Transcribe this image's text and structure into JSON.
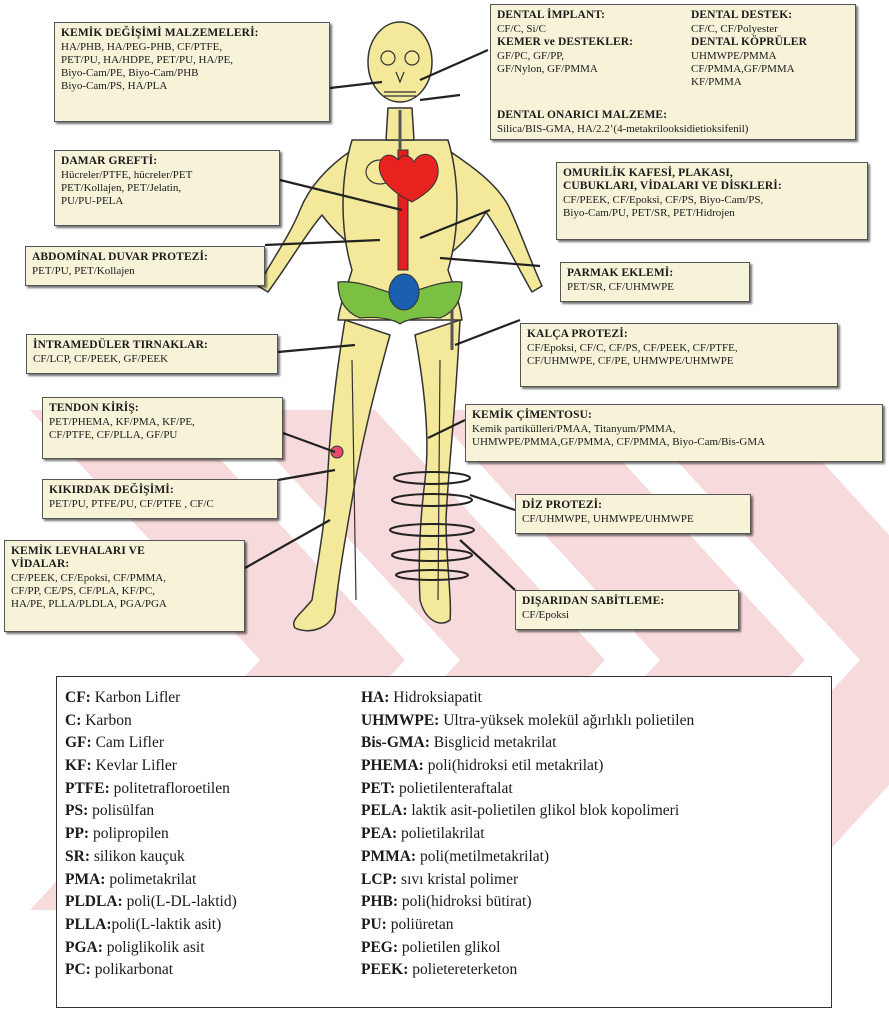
{
  "boxes": {
    "kemik_degisimi": {
      "title": "KEMİK DEĞİŞİMİ MALZEMELERİ:",
      "text": "HA/PHB, HA/PEG-PHB, CF/PTFE,\nPET/PU, HA/HDPE, PET/PU, HA/PE,\nBiyo-Cam/PE, Biyo-Cam/PHB\nBiyo-Cam/PS, HA/PLA"
    },
    "dental": {
      "implant_title": "DENTAL İMPLANT:",
      "implant_text": "CF/C, Si/C",
      "destek_title": "DENTAL DESTEK:",
      "destek_text": "CF/C, CF/Polyester",
      "kemer_title": "KEMER ve DESTEKLER:",
      "kemer_text": "GF/PC, GF/PP,\nGF/Nylon, GF/PMMA",
      "kopru_title": "DENTAL KÖPRÜLER",
      "kopru_text": "UHMWPE/PMMA\nCF/PMMA,GF/PMMA\nKF/PMMA",
      "onarici_title": "DENTAL ONARICI MALZEME:",
      "onarici_text": "Silica/BIS-GMA, HA/2.2’(4-metakrilooksidietioksifenil)"
    },
    "damar": {
      "title": "DAMAR GREFTİ:",
      "text": "Hücreler/PTFE, hücreler/PET\nPET/Kollajen, PET/Jelatin,\nPU/PU-PELA"
    },
    "omurilik": {
      "title": "OMURİLİK KAFESİ, PLAKASI,\nCUBUKLARI, VİDALARI VE DİSKLERİ:",
      "text": "CF/PEEK, CF/Epoksi, CF/PS, Biyo-Cam/PS,\nBiyo-Cam/PU, PET/SR, PET/Hidrojen"
    },
    "abdominal": {
      "title": "ABDOMİNAL DUVAR PROTEZİ:",
      "text": "PET/PU, PET/Kollajen"
    },
    "parmak": {
      "title": "PARMAK EKLEMİ:",
      "text": "PET/SR, CF/UHMWPE"
    },
    "intramedular": {
      "title": "İNTRAMEDÜLER TIRNAKLAR:",
      "text": "CF/LCP, CF/PEEK, GF/PEEK"
    },
    "kalca": {
      "title": "KALÇA PROTEZİ:",
      "text": "CF/Epoksi, CF/C, CF/PS, CF/PEEK, CF/PTFE,\nCF/UHMWPE, CF/PE, UHMWPE/UHMWPE"
    },
    "tendon": {
      "title": "TENDON KİRİŞ:",
      "text": "PET/PHEMA, KF/PMA, KF/PE,\nCF/PTFE, CF/PLLA, GF/PU"
    },
    "cimento": {
      "title": "KEMİK ÇİMENTOSU:",
      "text": "Kemik partikülleri/PMAA, Titanyum/PMMA,\nUHMWPE/PMMA,GF/PMMA, CF/PMMA, Biyo-Cam/Bis-GMA"
    },
    "kikirdak": {
      "title": "KIKIRDAK DEĞİŞİMİ:",
      "text": "PET/PU, PTFE/PU, CF/PTFE , CF/C"
    },
    "diz": {
      "title": "DİZ PROTEZİ:",
      "text": "CF/UHMWPE, UHMWPE/UHMWPE"
    },
    "levha": {
      "title": "KEMİK LEVHALARI VE\nVİDALAR:",
      "text": "CF/PEEK, CF/Epoksi, CF/PMMA,\nCF/PP, CE/PS, CF/PLA, KF/PC,\nHA/PE, PLLA/PLDLA, PGA/PGA"
    },
    "disaridan": {
      "title": "DIŞARIDAN SABİTLEME:",
      "text": "CF/Epoksi"
    }
  },
  "legend": {
    "left": [
      {
        "abbr": "CF:",
        "desc": " Karbon Lifler"
      },
      {
        "abbr": "C:",
        "desc": " Karbon"
      },
      {
        "abbr": "GF:",
        "desc": " Cam Lifler"
      },
      {
        "abbr": "KF:",
        "desc": " Kevlar Lifler"
      },
      {
        "abbr": "PTFE:",
        "desc": " politetrafloroetilen"
      },
      {
        "abbr": "PS:",
        "desc": " polisülfan"
      },
      {
        "abbr": "PP:",
        "desc": " polipropilen"
      },
      {
        "abbr": "SR:",
        "desc": " silikon kauçuk"
      },
      {
        "abbr": "PMA:",
        "desc": " polimetakrilat"
      },
      {
        "abbr": "PLDLA:",
        "desc": " poli(L-DL-laktid)"
      },
      {
        "abbr": "PLLA:",
        "desc": "poli(L-laktik asit)"
      },
      {
        "abbr": "PGA:",
        "desc": " poliglikolik asit"
      },
      {
        "abbr": "PC:",
        "desc": " polikarbonat"
      }
    ],
    "right": [
      {
        "abbr": "HA:",
        "desc": " Hidroksiapatit"
      },
      {
        "abbr": "UHMWPE:",
        "desc": " Ultra-yüksek molekül ağırlıklı polietilen"
      },
      {
        "abbr": "Bis-GMA:",
        "desc": " Bisglicid metakrilat"
      },
      {
        "abbr": "PHEMA:",
        "desc": " poli(hidroksi etil metakrilat)"
      },
      {
        "abbr": "PET:",
        "desc": " polietilenteraftalat"
      },
      {
        "abbr": "PELA:",
        "desc": " laktik asit-polietilen glikol blok kopolimeri"
      },
      {
        "abbr": "PEA:",
        "desc": " polietilakrilat"
      },
      {
        "abbr": "PMMA:",
        "desc": " poli(metilmetakrilat)"
      },
      {
        "abbr": "LCP:",
        "desc": " sıvı kristal polimer"
      },
      {
        "abbr": "PHB:",
        "desc": " poli(hidroksi bütirat)"
      },
      {
        "abbr": "PU:",
        "desc": " poliüretan"
      },
      {
        "abbr": "PEG:",
        "desc": " polietilen glikol"
      },
      {
        "abbr": "PEEK:",
        "desc": " polietereterketon"
      }
    ]
  },
  "colors": {
    "box_fill": "#f6f3d9",
    "skin": "#f4e99a",
    "skin_outline": "#333333",
    "heart": "#e8231f",
    "aorta": "#e21e1e",
    "bladder": "#1b5fb0",
    "pelvis": "#7cc043",
    "watermark": "#f6d7d8"
  }
}
